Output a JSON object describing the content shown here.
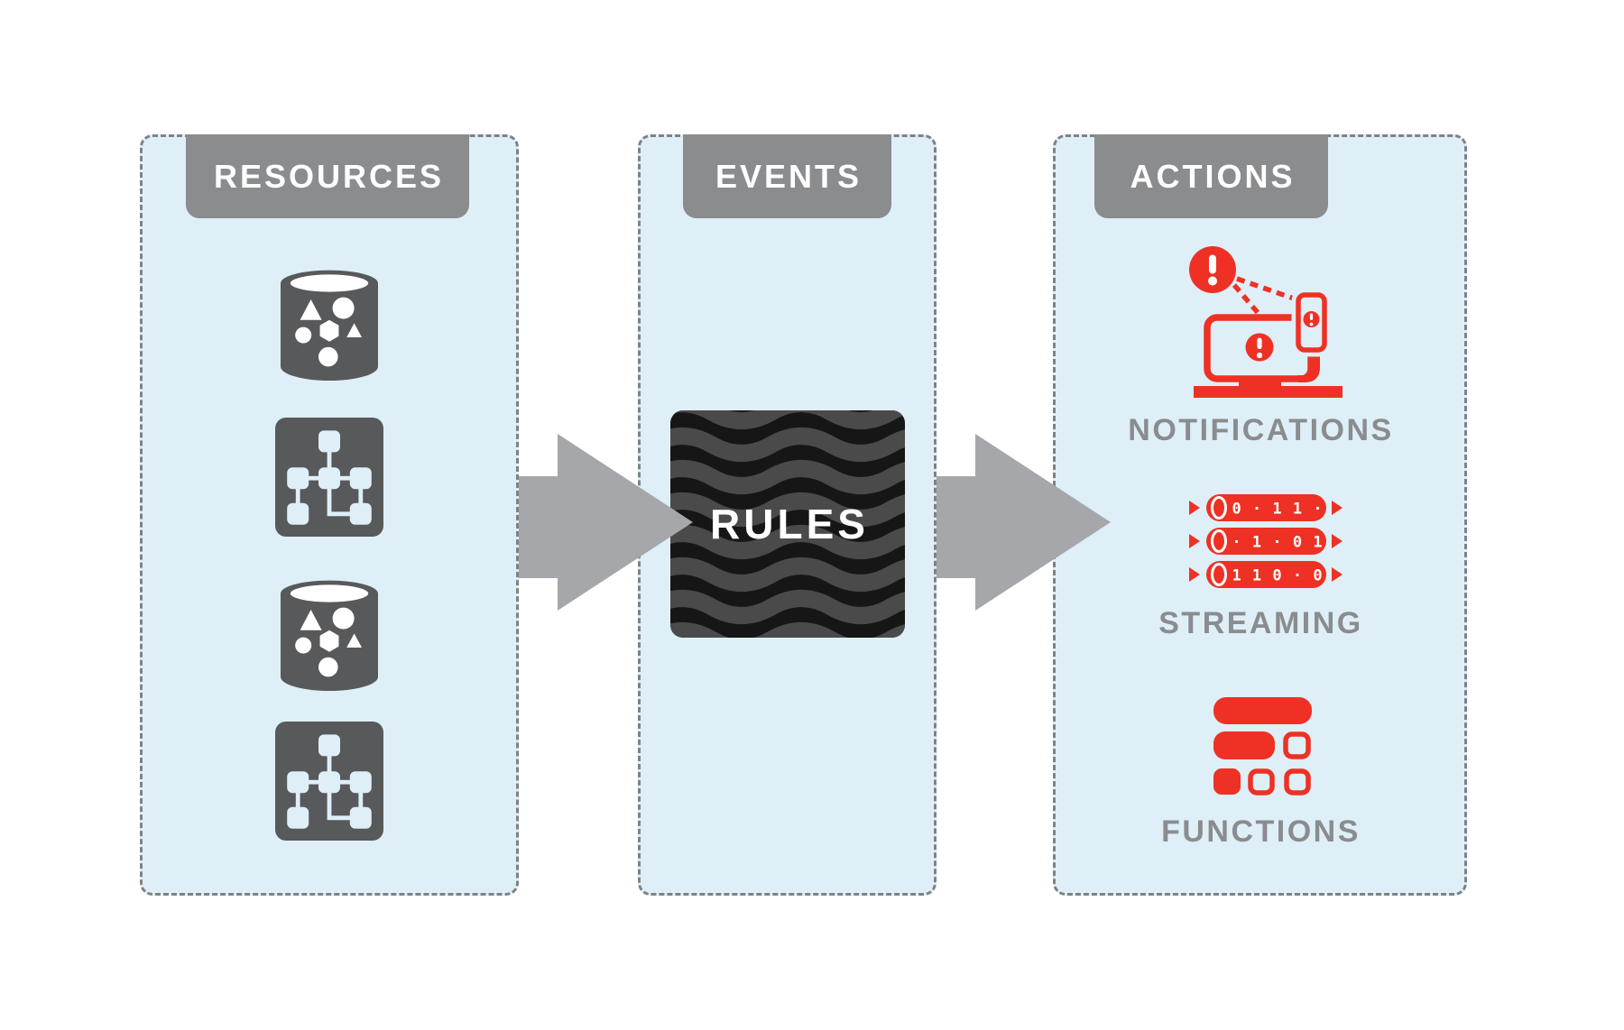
{
  "panels": {
    "resources": {
      "title": "RESOURCES",
      "icons": [
        "data-bucket",
        "flowchart",
        "data-bucket",
        "flowchart"
      ]
    },
    "events": {
      "title": "EVENTS",
      "rules_box_label": "RULES"
    },
    "actions": {
      "title": "ACTIONS",
      "items": [
        {
          "name": "notifications",
          "label": "NOTIFICATIONS"
        },
        {
          "name": "streaming",
          "label": "STREAMING",
          "binary_rows": [
            "0 · 1 1 ·",
            "· 1 · 0 1",
            "1 1 0 · 0"
          ]
        },
        {
          "name": "functions",
          "label": "FUNCTIONS"
        }
      ]
    }
  },
  "flow_order": [
    "RESOURCES",
    "EVENTS",
    "ACTIONS"
  ],
  "colors": {
    "panel_background": "#DEEFF8",
    "panel_border": "#7F8285",
    "header_gray": "#8A8C8E",
    "icon_gray": "#58595B",
    "arrow_gray": "#A5A7AA",
    "label_gray": "#8A8C8E",
    "accent_red": "#EE3124",
    "rules_background": "#161616",
    "rules_wave": "#4A4A4B",
    "text_white": "#FFFFFF"
  }
}
